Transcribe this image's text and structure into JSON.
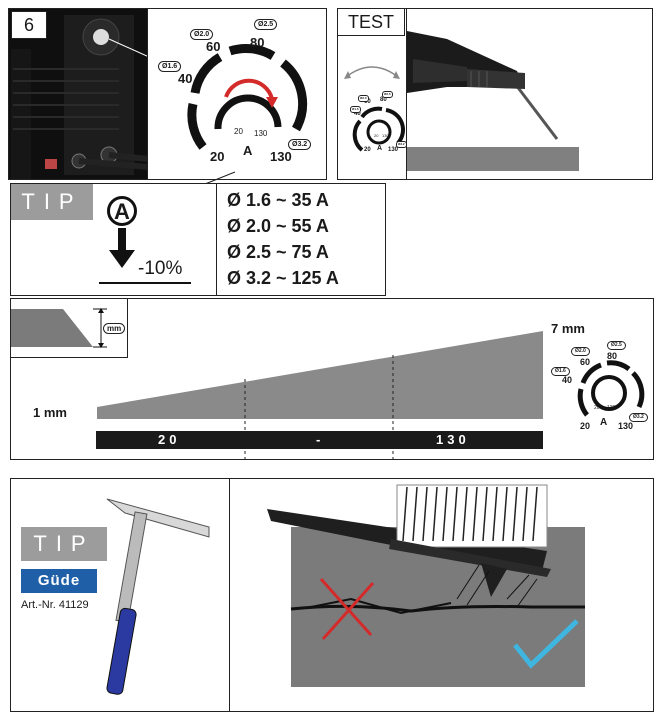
{
  "step_number": "6",
  "dial_main": {
    "scale_labels": [
      "20",
      "40",
      "60",
      "80",
      "130"
    ],
    "inner_labels": [
      "20",
      "130"
    ],
    "unit": "A",
    "electrode_badges": [
      "Ø1.6",
      "Ø2.0",
      "Ø2.5",
      "Ø3.2"
    ]
  },
  "test": {
    "title": "TEST"
  },
  "dial_small": {
    "scale_labels": [
      "20",
      "40",
      "60",
      "80",
      "130"
    ],
    "inner_labels": [
      "20",
      "130"
    ],
    "unit": "A",
    "electrode_badges": [
      "Ø1.6",
      "Ø2.0",
      "Ø2.5",
      "Ø3.2"
    ]
  },
  "tip1": {
    "title": "TIP",
    "amp_symbol": "A",
    "reduction": "-10%",
    "table": [
      "Ø 1.6 ~ 35 A",
      "Ø 2.0 ~ 55 A",
      "Ø 2.5 ~ 75 A",
      "Ø 3.2 ~ 125 A"
    ]
  },
  "thickness": {
    "mm_badge": "mm",
    "min_label": "1 mm",
    "max_label": "7 mm",
    "bar_left": "20",
    "bar_mid": "-",
    "bar_right": "130"
  },
  "dial_right": {
    "scale_labels": [
      "20",
      "40",
      "60",
      "80",
      "130"
    ],
    "inner_labels": [
      "20",
      "130"
    ],
    "unit": "A",
    "electrode_badges": [
      "Ø1.6",
      "Ø2.0",
      "Ø2.5",
      "Ø3.2"
    ]
  },
  "tip2": {
    "title": "TIP",
    "brand": "Güde",
    "article": "Art.-Nr. 41129"
  },
  "colors": {
    "red_arrow": "#d42a2a",
    "grey_panel": "#9c9c9c",
    "dark_grey_surface": "#7b7b7b",
    "check_blue": "#3fb6e0"
  }
}
